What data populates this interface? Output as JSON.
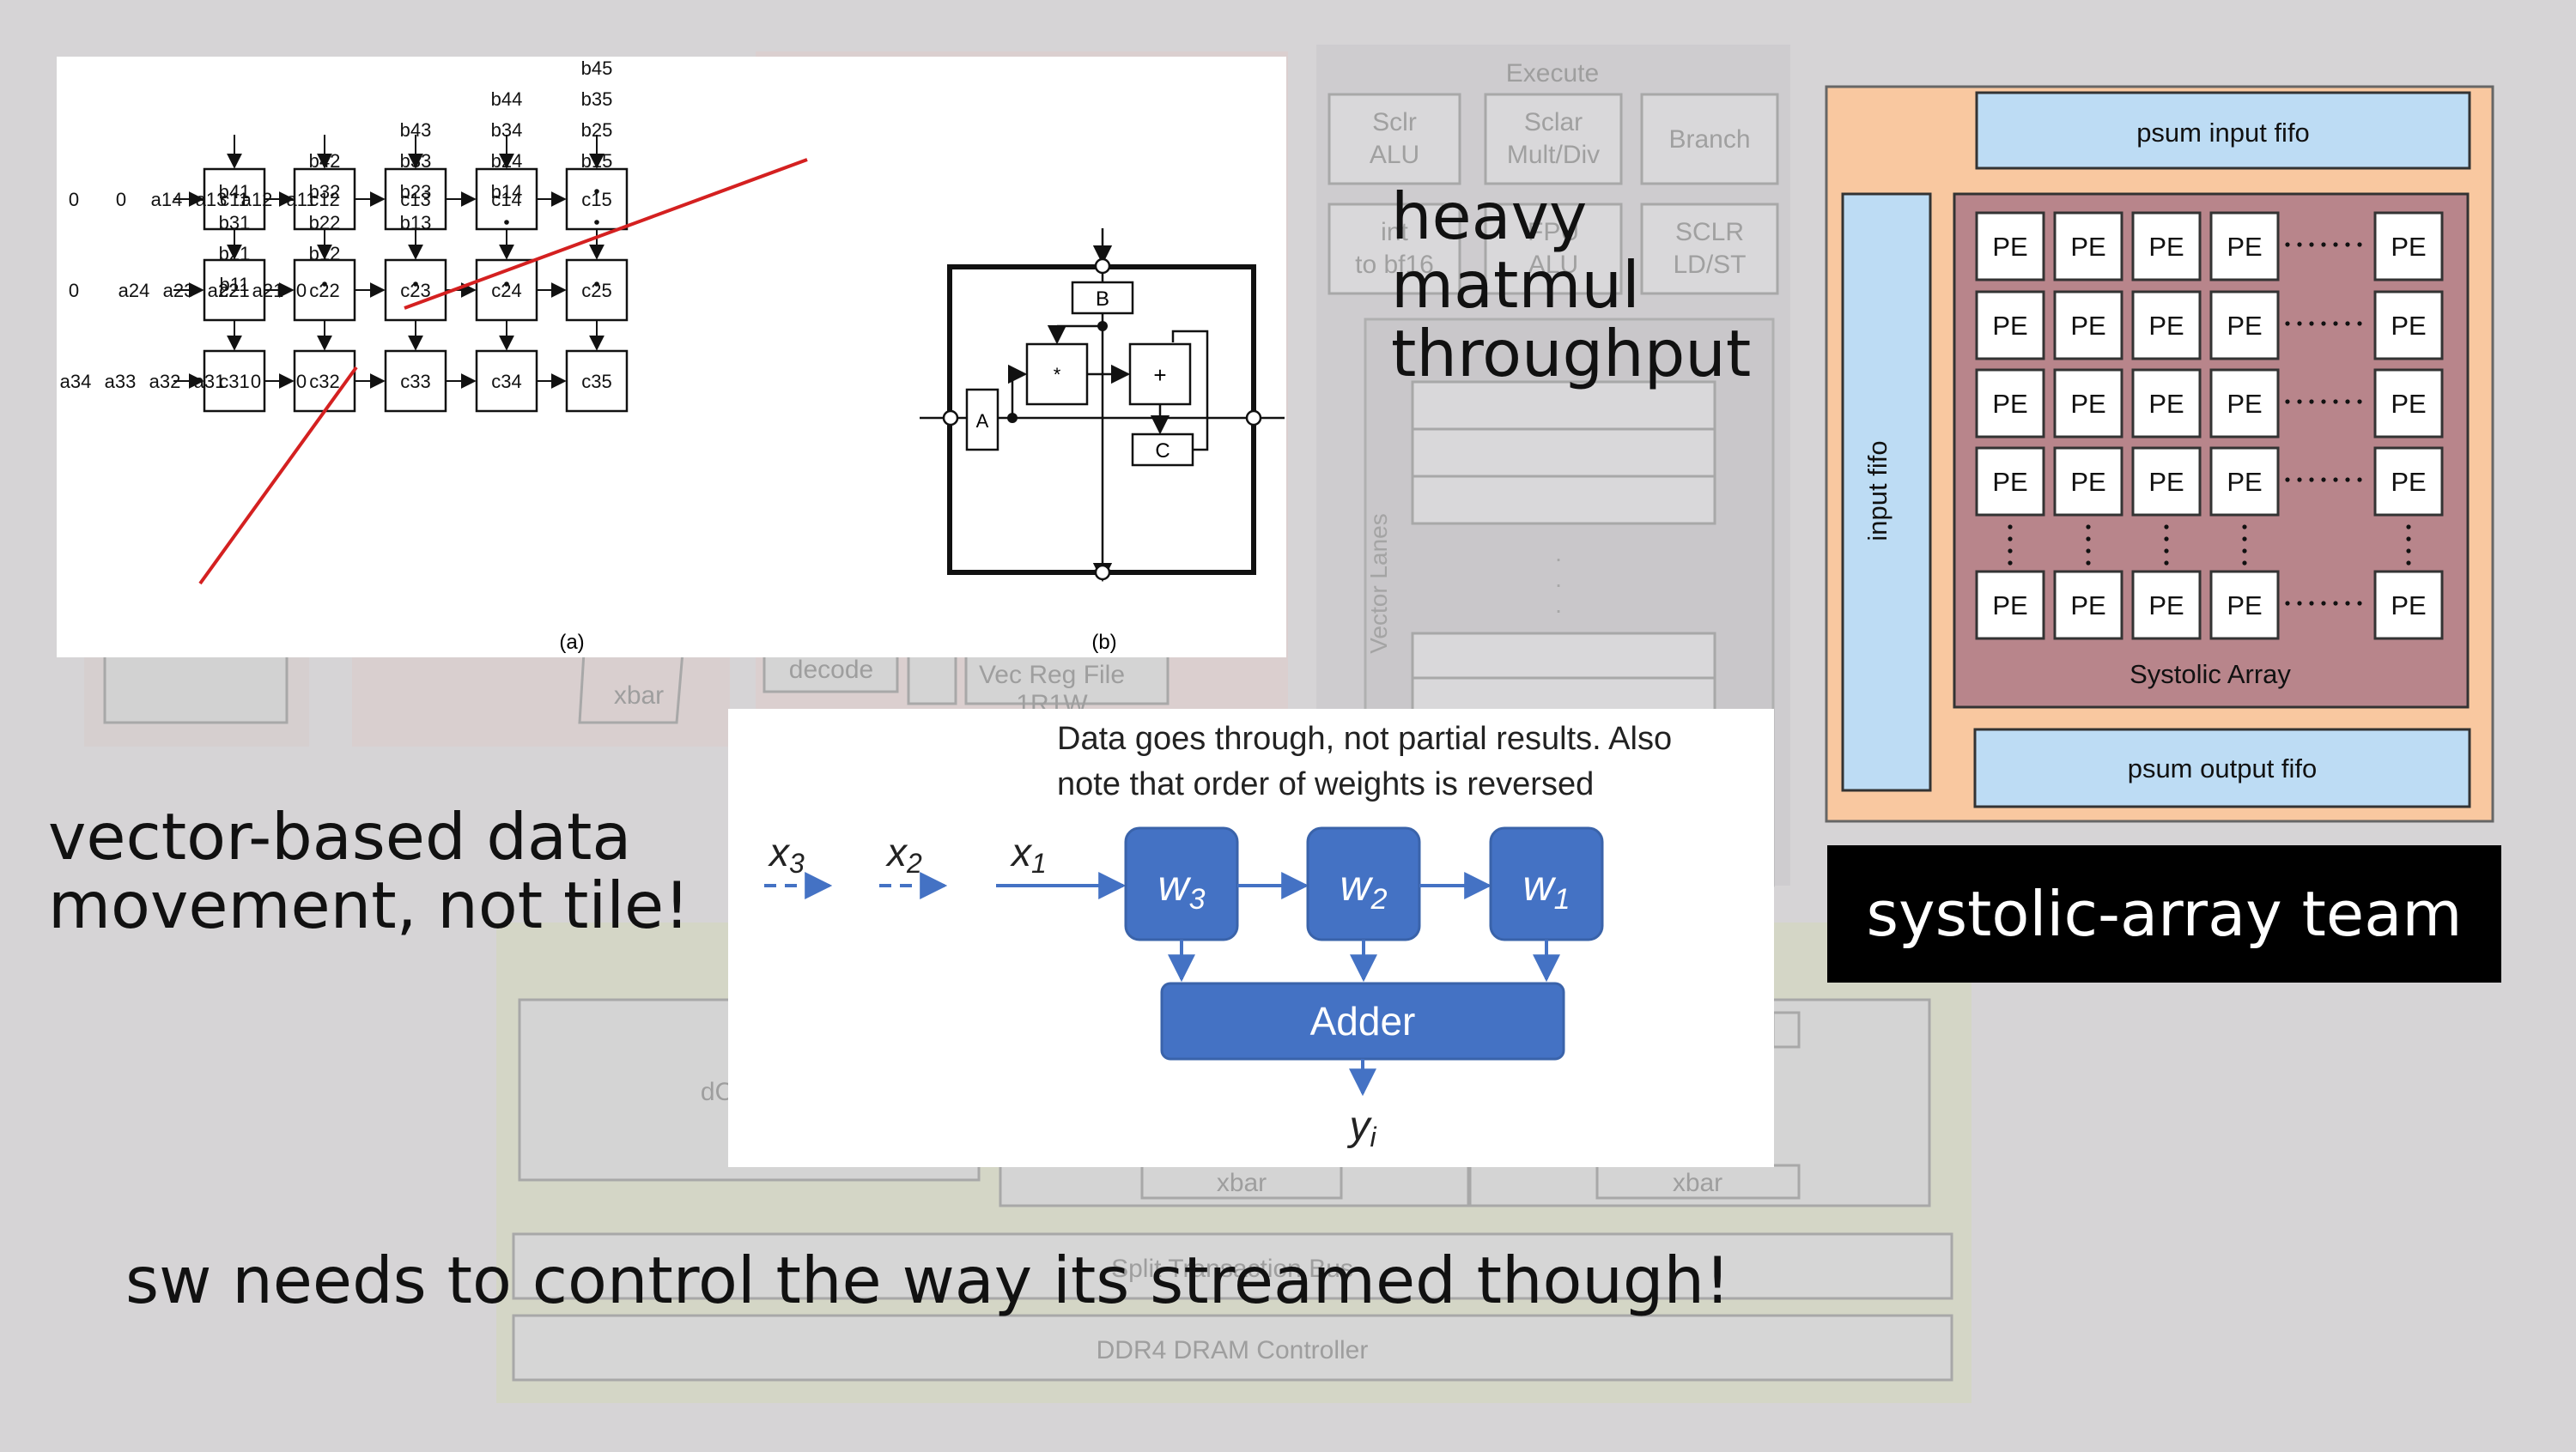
{
  "background": {
    "execute_title": "Execute",
    "units": [
      "Sclr ALU",
      "Sclar Mult/Div",
      "Branch",
      "int to bf16",
      "FPU ALU",
      "SCLR LD/ST"
    ],
    "vector_lanes": "Vector Lanes",
    "xbar": "xbar",
    "decode": "decode",
    "vec_reg_file": "Vec Reg File",
    "vec_reg_file_sub": "1R1W",
    "dc": "dC",
    "split_bus": "Split Transaction Bus",
    "ddr": "DDR4 DRAM Controller"
  },
  "fig_ab": {
    "caption_a": "(a)",
    "caption_b": "(b)",
    "b_columns": [
      [
        "b41",
        "b31",
        "b21",
        "b11"
      ],
      [
        "b42",
        "b32",
        "b22",
        "b12"
      ],
      [
        "b43",
        "b33",
        "b23",
        "b13"
      ],
      [
        "b44",
        "b34",
        "b24",
        "b14"
      ],
      [
        "b45",
        "b35",
        "b25",
        "b15"
      ]
    ],
    "a_rows": [
      [
        "0",
        "0",
        "a14",
        "a13",
        "a12",
        "a11"
      ],
      [
        "0",
        "a24",
        "a23",
        "a22",
        "a21",
        "0"
      ],
      [
        "a34",
        "a33",
        "a32",
        "a31",
        "0",
        "0"
      ]
    ],
    "cells": [
      [
        "c11",
        "c12",
        "c13",
        "c14",
        "c15"
      ],
      [
        "c21",
        "c22",
        "c23",
        "c24",
        "c25"
      ],
      [
        "c31",
        "c32",
        "c33",
        "c34",
        "c35"
      ]
    ],
    "pe_labels": {
      "b": "B",
      "a": "A",
      "c": "C",
      "mult": "*",
      "add": "+"
    }
  },
  "fig_weights": {
    "note_line1": "Data goes through, not partial results. Also",
    "note_line2": "note that order of weights is reversed",
    "inputs": [
      {
        "sym": "x",
        "sub": "3"
      },
      {
        "sym": "x",
        "sub": "2"
      },
      {
        "sym": "x",
        "sub": "1"
      }
    ],
    "weights": [
      {
        "sym": "w",
        "sub": "3"
      },
      {
        "sym": "w",
        "sub": "2"
      },
      {
        "sym": "w",
        "sub": "1"
      }
    ],
    "adder": "Adder",
    "output": {
      "sym": "y",
      "sub": "i"
    }
  },
  "fig_systolic": {
    "psum_input": "psum input fifo",
    "psum_output": "psum output fifo",
    "input_fifo": "input fifo",
    "array_label": "Systolic Array",
    "pe": "PE"
  },
  "annotations": {
    "heavy_line1": "heavy",
    "heavy_line2": "matmul",
    "heavy_line3": "throughput",
    "vector_line1": "vector-based data",
    "vector_line2": "movement, not tile!",
    "team": "systolic-array team",
    "sw": "sw needs to control the way its streamed though!"
  },
  "colors": {
    "weight_blue": "#4472c4",
    "fifo_blue": "#bddcf4",
    "array_rose": "#b8858b",
    "frame_orange": "#f9c8a0",
    "red_line": "#d42020"
  }
}
